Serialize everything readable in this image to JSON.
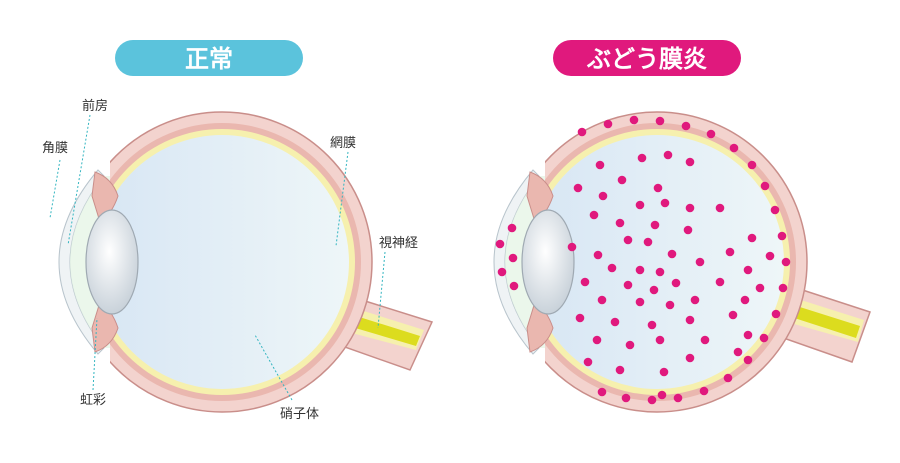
{
  "titles": {
    "normal": "正常",
    "uveitis": "ぶどう膜炎"
  },
  "labels": {
    "anterior_chamber": "前房",
    "cornea": "角膜",
    "retina": "網膜",
    "optic_nerve": "視神経",
    "iris": "虹彩",
    "vitreous": "硝子体"
  },
  "colors": {
    "normal_pill": "#5BC3DC",
    "uveitis_pill": "#E0197D",
    "inflammation_dot": "#E0197D",
    "sclera": "#F3D3CE",
    "sclera_outline": "#C98E8A",
    "retina_layer": "#F6F0AE",
    "vitreous": "#E6F1F7",
    "optic_nerve_core": "#DCDC1E"
  }
}
